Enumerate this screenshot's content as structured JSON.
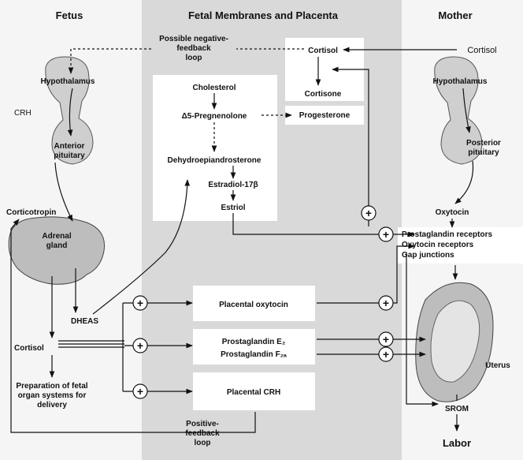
{
  "headers": {
    "fetus": "Fetus",
    "membranes": "Fetal Membranes and Placenta",
    "mother": "Mother"
  },
  "fetus": {
    "hypothalamus": "Hypothalamus",
    "crh": "CRH",
    "anterior_pituitary_1": "Anterior",
    "anterior_pituitary_2": "pituitary",
    "corticotropin": "Corticotropin",
    "adrenal_1": "Adrenal",
    "adrenal_2": "gland",
    "dheas": "DHEAS",
    "cortisol": "Cortisol",
    "prep_1": "Preparation of fetal",
    "prep_2": "organ systems for",
    "prep_3": "delivery"
  },
  "feedback": {
    "negative_1": "Possible negative-",
    "negative_2": "feedback",
    "negative_3": "loop",
    "positive_1": "Positive-",
    "positive_2": "feedback",
    "positive_3": "loop"
  },
  "placenta": {
    "cholesterol": "Cholesterol",
    "pregnenolone": "Δ5-Pregnenolone",
    "progesterone": "Progesterone",
    "dhea": "Dehydroepiandrosterone",
    "estradiol": "Estradiol-17β",
    "estriol": "Estriol",
    "cortisol": "Cortisol",
    "cortisone": "Cortisone",
    "placental_oxytocin": "Placental oxytocin",
    "prostaglandin_e2": "Prostaglandin E₂",
    "prostaglandin_f2a": "Prostaglandin F₂ₐ",
    "placental_crh": "Placental CRH"
  },
  "mother": {
    "cortisol": "Cortisol",
    "hypothalamus": "Hypothalamus",
    "posterior_1": "Posterior",
    "posterior_2": "pituitary",
    "oxytocin": "Oxytocin",
    "pg_receptors": "Prostaglandin receptors",
    "ox_receptors": "Oxytocin receptors",
    "gap_junctions": "Gap junctions",
    "uterus": "Uterus",
    "srom": "SROM",
    "labor": "Labor"
  },
  "symbols": {
    "plus": "+"
  },
  "colors": {
    "background": "#f5f5f5",
    "center_band": "#d9d9d9",
    "box": "#ffffff",
    "line": "#111111"
  }
}
